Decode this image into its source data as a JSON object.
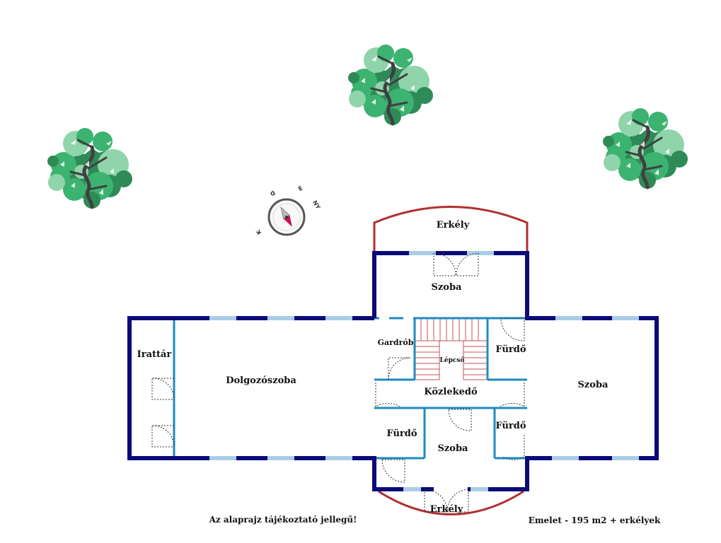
{
  "rooms": {
    "erkely_top": "Erkély",
    "erkely_bottom": "Erkély",
    "szoba_top": "Szoba",
    "szoba_right": "Szoba",
    "szoba_center": "Szoba",
    "irattar": "Irattár",
    "dolgozoszoba": "Dolgozószoba",
    "gardrob": "Gardrób",
    "lepcso": "Lépcső",
    "furdo_upper": "Fürdő",
    "furdo_left": "Fürdő",
    "furdo_right": "Fürdő",
    "kozlekedo": "Közlekedő"
  },
  "notes": {
    "disclaimer": "Az alaprajz tájékoztató jellegű!",
    "summary": "Emelet - 195 m2 + erkélyek"
  },
  "compass": {
    "north": "É",
    "east": "K",
    "south": "D",
    "west": "NY"
  },
  "colors": {
    "outer_wall": "#0a0a78",
    "inner_wall": "#1e8ac0",
    "window": "#a9cde6",
    "balcony": "#b03030",
    "stairs": "#c85050",
    "tree_dark": "#2e8b57",
    "tree_mid": "#3cb371",
    "tree_light": "#8fd4aa",
    "tree_trunk": "#404040",
    "compass_needle": "#c8145a"
  }
}
